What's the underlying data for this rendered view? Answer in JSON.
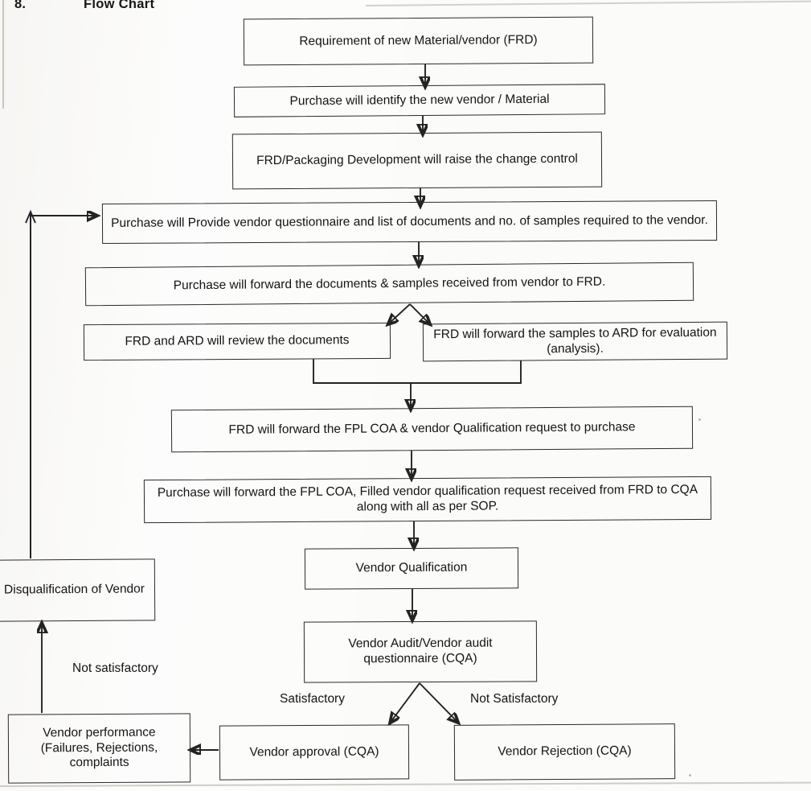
{
  "document": {
    "section_number": "8.",
    "section_title": "Flow Chart"
  },
  "chart_data": {
    "type": "diagram",
    "diagram_kind": "flowchart",
    "title": "Flow Chart",
    "nodes": [
      {
        "id": "n1",
        "label": "Requirement of new Material/vendor (FRD)"
      },
      {
        "id": "n2",
        "label": "Purchase will identify the new vendor / Material"
      },
      {
        "id": "n3",
        "label": "FRD/Packaging Development will raise the change control"
      },
      {
        "id": "n4",
        "label": "Purchase will Provide vendor questionnaire and list of documents and no. of samples required to the vendor."
      },
      {
        "id": "n5",
        "label": "Purchase will forward the documents & samples received from vendor to FRD."
      },
      {
        "id": "n6",
        "label": "FRD and ARD will review the documents"
      },
      {
        "id": "n7",
        "label": "FRD will forward the samples to ARD for evaluation (analysis)."
      },
      {
        "id": "n8",
        "label": "FRD will forward the FPL COA & vendor Qualification request to purchase"
      },
      {
        "id": "n9",
        "label": "Purchase will forward the FPL COA, Filled vendor qualification request received from FRD to CQA along with all as per SOP."
      },
      {
        "id": "n10",
        "label": "Vendor Qualification"
      },
      {
        "id": "n11",
        "label": "Vendor Audit/Vendor audit questionnaire (CQA)"
      },
      {
        "id": "n12",
        "label": "Vendor approval (CQA)"
      },
      {
        "id": "n13",
        "label": "Vendor Rejection (CQA)"
      },
      {
        "id": "n14",
        "label": "Vendor performance (Failures, Rejections, complaints"
      },
      {
        "id": "n15",
        "label": "Disqualification of Vendor"
      }
    ],
    "edge_labels": [
      {
        "id": "e_sat",
        "label": "Satisfactory"
      },
      {
        "id": "e_notsat",
        "label": "Not Satisfactory"
      },
      {
        "id": "e_notsat2",
        "label": "Not satisfactory"
      }
    ],
    "edges": [
      {
        "from": "n1",
        "to": "n2",
        "label": ""
      },
      {
        "from": "n2",
        "to": "n3",
        "label": ""
      },
      {
        "from": "n3",
        "to": "n4",
        "label": ""
      },
      {
        "from": "n4",
        "to": "n5",
        "label": ""
      },
      {
        "from": "n5",
        "to": "n6",
        "label": ""
      },
      {
        "from": "n5",
        "to": "n7",
        "label": ""
      },
      {
        "from": "n6",
        "to": "n8",
        "label": ""
      },
      {
        "from": "n7",
        "to": "n8",
        "label": ""
      },
      {
        "from": "n8",
        "to": "n9",
        "label": ""
      },
      {
        "from": "n9",
        "to": "n10",
        "label": ""
      },
      {
        "from": "n10",
        "to": "n11",
        "label": ""
      },
      {
        "from": "n11",
        "to": "n12",
        "label": "Satisfactory"
      },
      {
        "from": "n11",
        "to": "n13",
        "label": "Not Satisfactory"
      },
      {
        "from": "n12",
        "to": "n14",
        "label": ""
      },
      {
        "from": "n14",
        "to": "n15",
        "label": "Not satisfactory"
      },
      {
        "from": "n15",
        "to": "n4",
        "label": ""
      }
    ]
  },
  "colors": {
    "stroke": "#232323",
    "text": "#141414",
    "background": "#fbfbfa"
  }
}
